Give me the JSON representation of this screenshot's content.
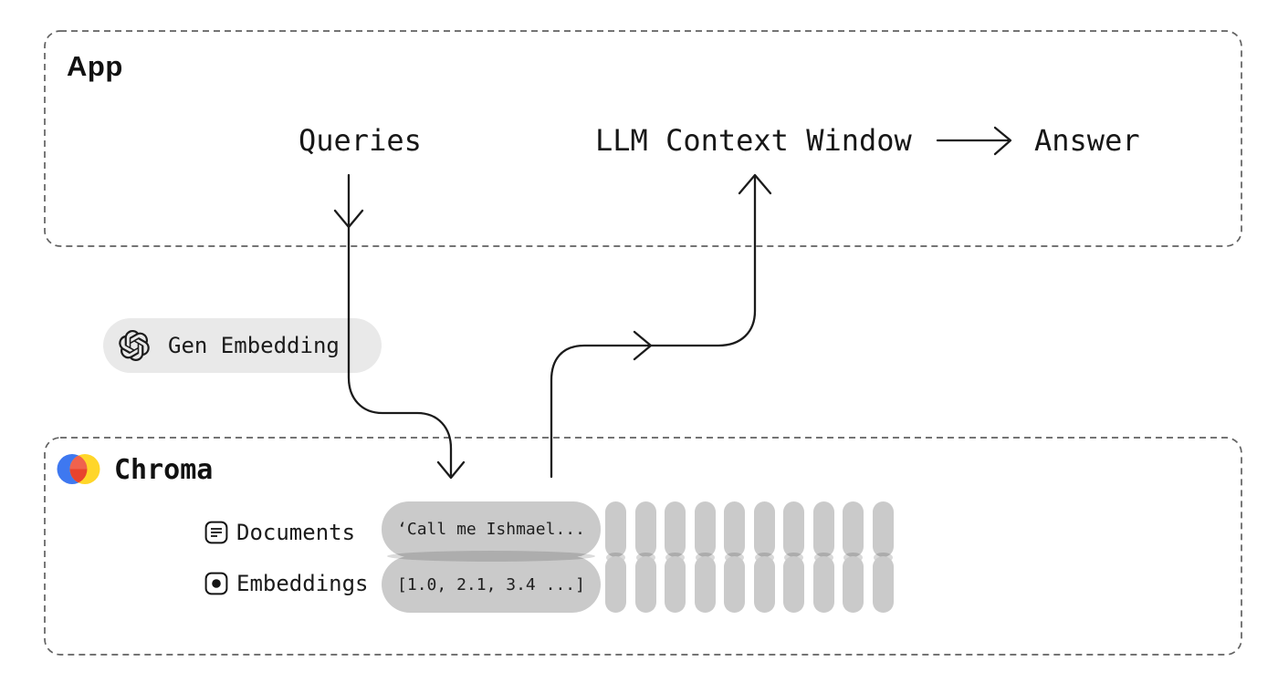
{
  "app": {
    "title": "App",
    "queries_label": "Queries",
    "llm_label": "LLM Context Window",
    "answer_label": "Answer"
  },
  "gen_embedding": {
    "icon": "openai-logo-icon",
    "label": "Gen Embedding"
  },
  "chroma": {
    "title": "Chroma",
    "logo_icon": "chroma-logo-icon",
    "rows": [
      {
        "icon": "document-icon",
        "label": "Documents",
        "value": "‘Call me Ishmael...",
        "extra_pills": 10
      },
      {
        "icon": "embedding-dot-icon",
        "label": "Embeddings",
        "value": "[1.0, 2.1, 3.4 ...]",
        "extra_pills": 10
      }
    ]
  },
  "colors": {
    "background": "#ffffff",
    "dashed_border": "#616161",
    "arrow": "#1b1b1b",
    "text": "#171717",
    "gen_pill_bg": "#e9e9e9",
    "data_pill_bg": "#cacaca",
    "chroma_blue": "#3E78F0",
    "chroma_yellow": "#FFD629",
    "chroma_red_top": "#F0624D",
    "chroma_red_bottom": "#E8432D"
  }
}
